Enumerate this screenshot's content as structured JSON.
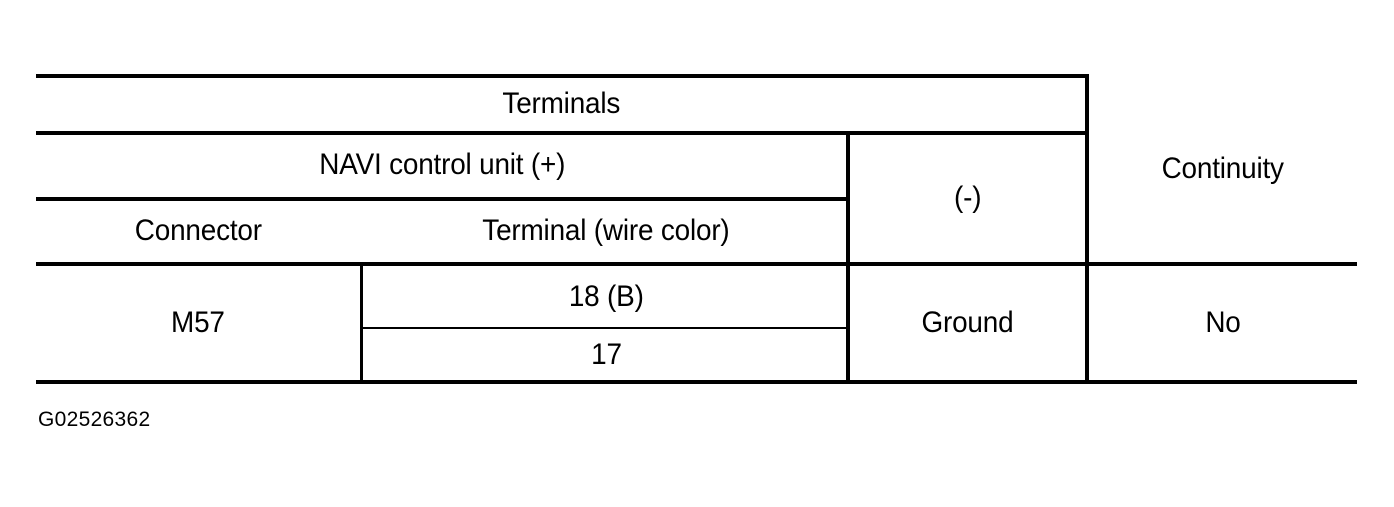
{
  "figure": {
    "caption": "G02526362",
    "colors": {
      "background": "#ffffff",
      "rule": "#000000",
      "text": "#000000"
    }
  },
  "table": {
    "header": {
      "terminals_group": "Terminals",
      "navi_group": "NAVI control unit (+)",
      "connector": "Connector",
      "terminal_wire_color": "Terminal (wire color)",
      "negative": "(-)",
      "continuity": "Continuity"
    },
    "rows": [
      {
        "connector": "M57",
        "terminals": [
          "18 (B)",
          "17"
        ],
        "negative": "Ground",
        "continuity": "No"
      }
    ]
  }
}
